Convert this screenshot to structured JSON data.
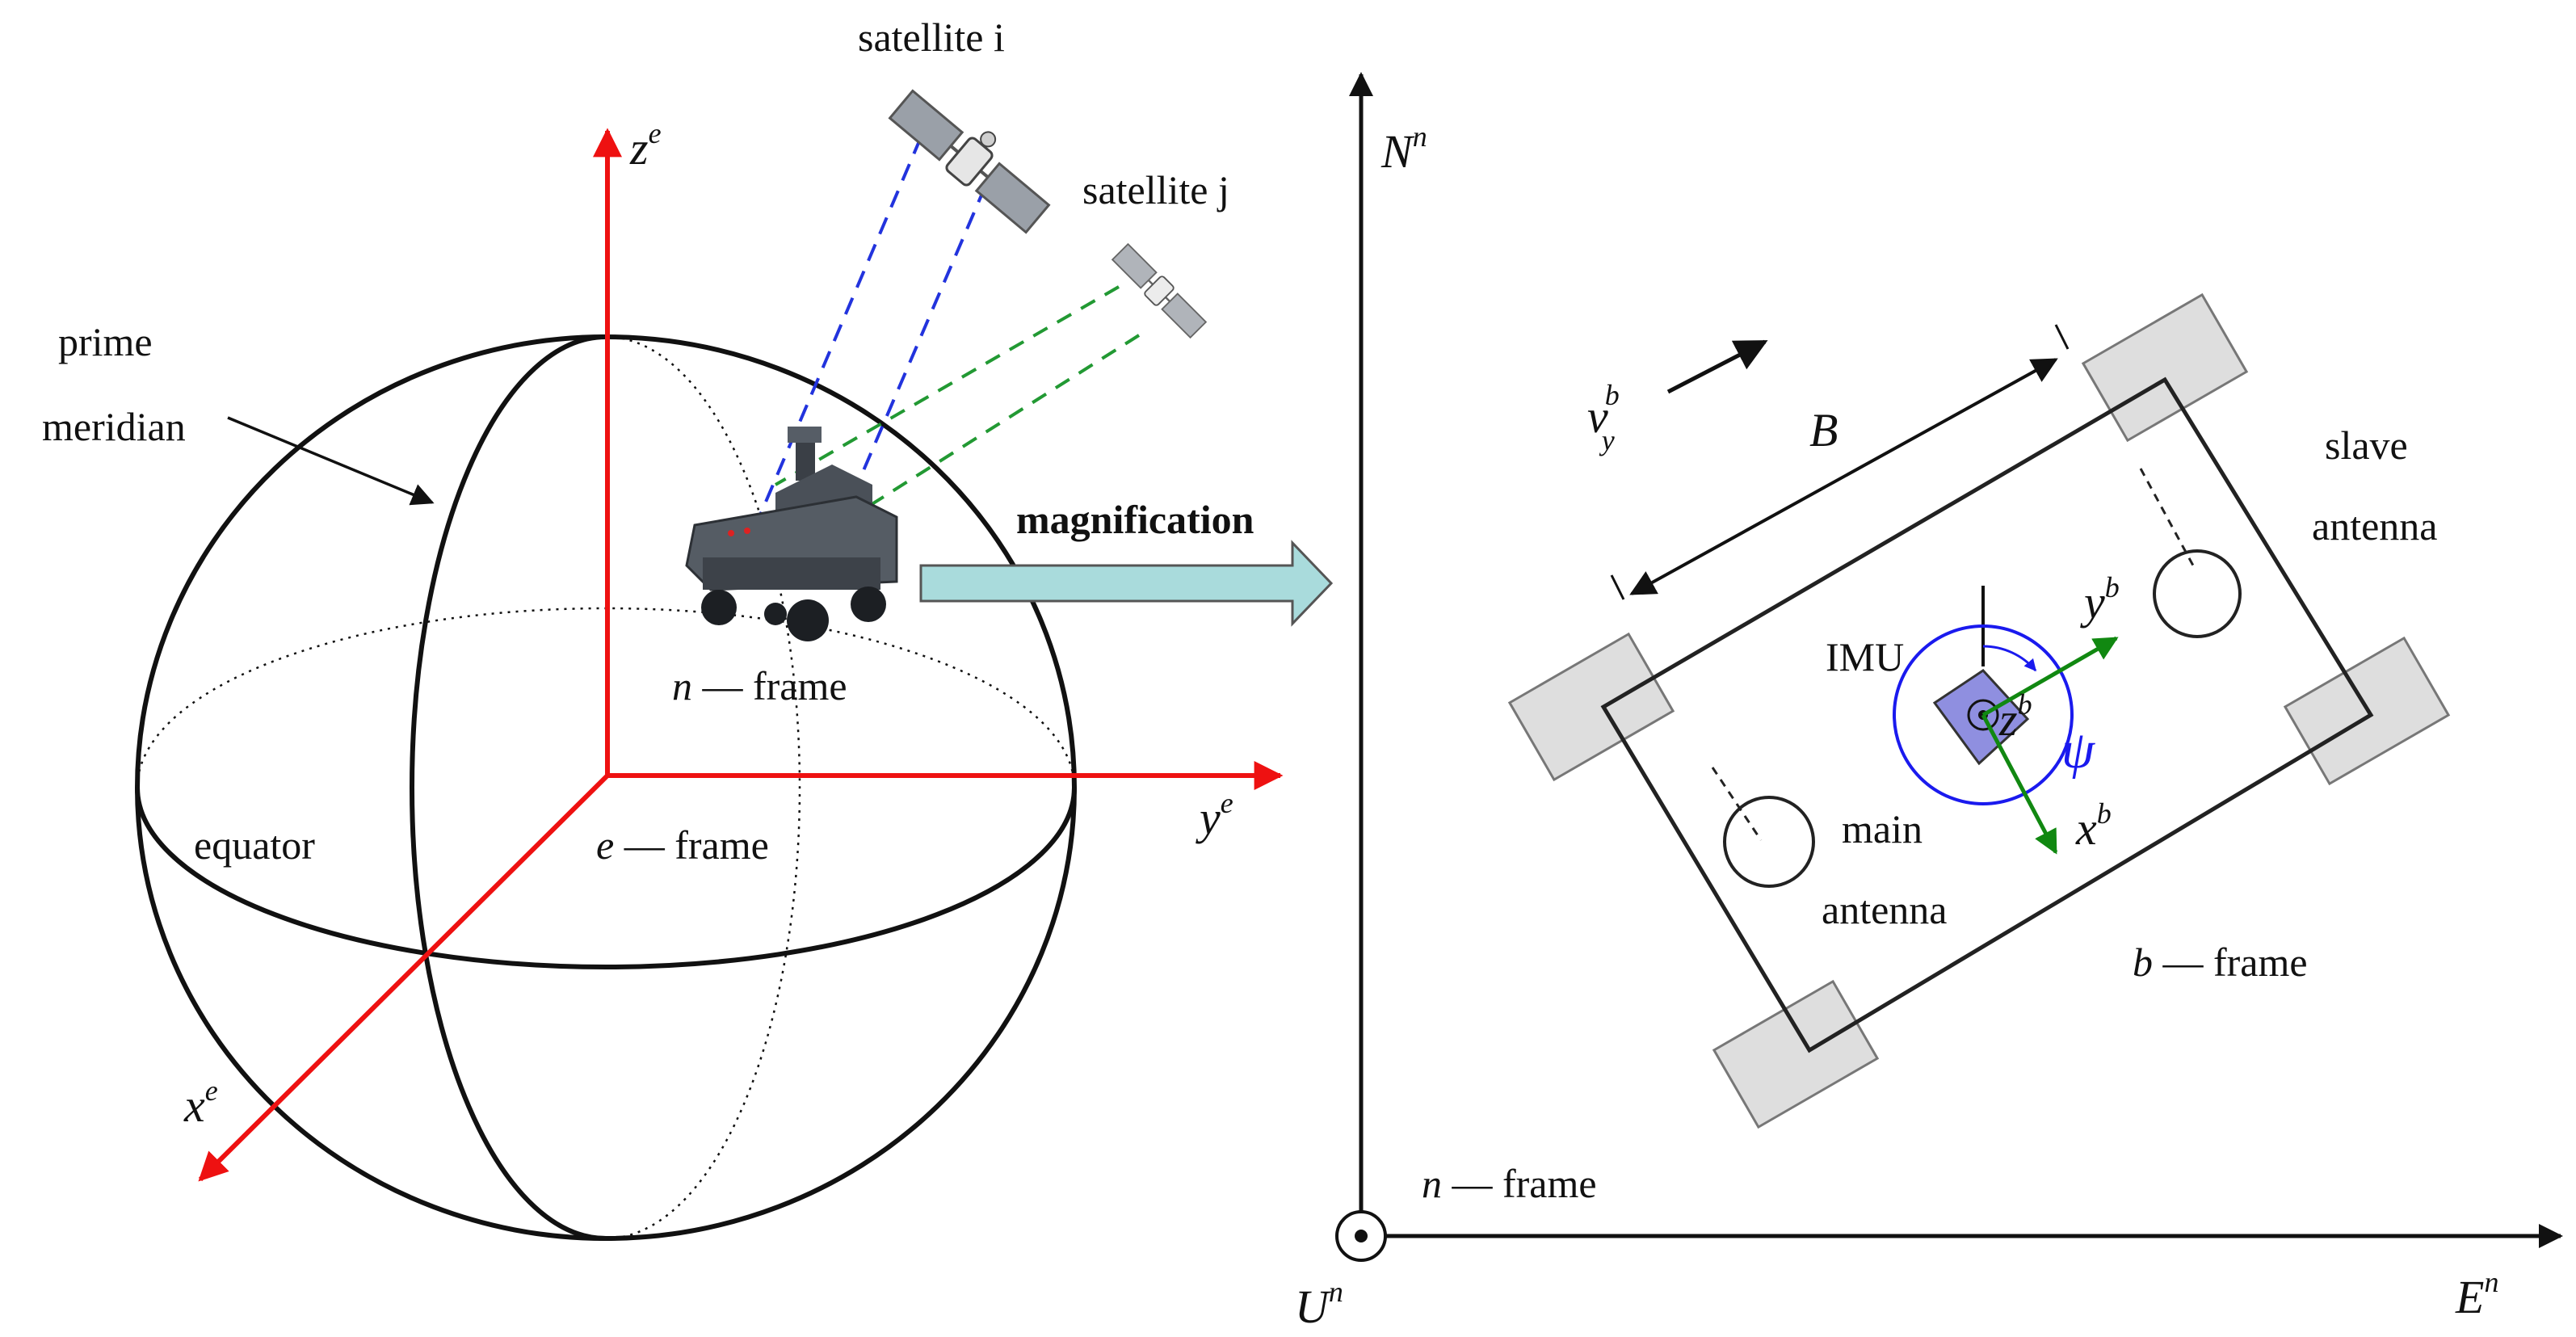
{
  "colors": {
    "earth_axes": "#ee1111",
    "body_axes": "#118811",
    "heading": "#1a1aee",
    "beam_i": "#2233dd",
    "beam_j": "#229933",
    "arrow_fill": "#a9dbdc",
    "wheel_fill": "#dedede",
    "imu_fill": "#8f8fe0"
  },
  "icons": {
    "satellite_i": "satellite-icon",
    "satellite_j": "satellite-icon",
    "vehicle": "robot-vehicle-icon"
  },
  "left": {
    "satellite_i": "satellite  i",
    "satellite_j": "satellite  j",
    "prime_meridian_line1": "prime",
    "prime_meridian_line2": "meridian",
    "equator": "equator",
    "n_frame": {
      "sym": "n",
      "rest": " — frame"
    },
    "e_frame": {
      "sym": "e",
      "rest": " — frame"
    },
    "z_axis": {
      "base": "z",
      "sup": "e"
    },
    "y_axis": {
      "base": "y",
      "sup": "e"
    },
    "x_axis": {
      "base": "x",
      "sup": "e"
    }
  },
  "magnification": "magnification",
  "right": {
    "N": {
      "base": "N",
      "sup": "n"
    },
    "E": {
      "base": "E",
      "sup": "n"
    },
    "U": {
      "base": "U",
      "sup": "n"
    },
    "n_frame": {
      "sym": "n",
      "rest": " — frame"
    },
    "b_frame": {
      "sym": "b",
      "rest": " — frame"
    },
    "baseline": "B",
    "velocity": {
      "base": "v",
      "sup": "b",
      "sub": "y"
    },
    "slave_line1": "slave",
    "slave_line2": "antenna",
    "main_line1": "main",
    "main_line2": "antenna",
    "imu": "IMU",
    "yb": {
      "base": "y",
      "sup": "b"
    },
    "xb": {
      "base": "x",
      "sup": "b"
    },
    "zb": {
      "base": "z",
      "sup": "b"
    },
    "psi": "ψ"
  }
}
